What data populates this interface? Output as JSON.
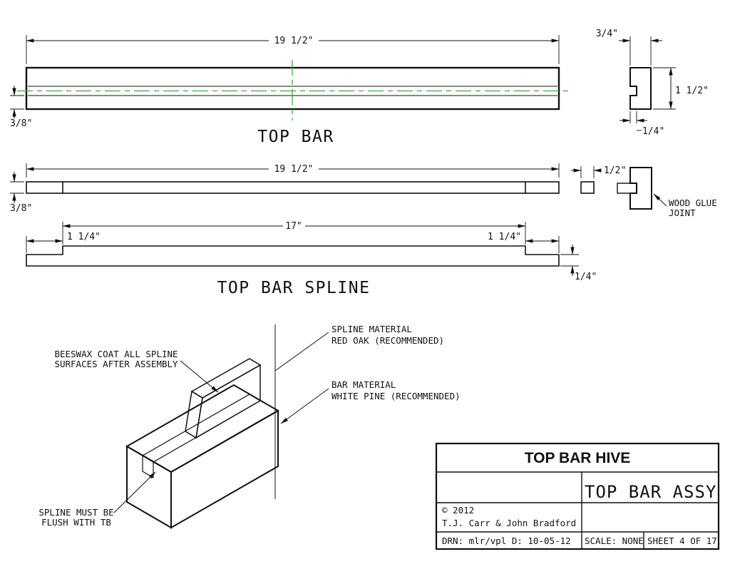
{
  "colors": {
    "wood_hatch": "#C49B32",
    "centerline_green": "#3CAC3C",
    "line_black": "#111111",
    "background": "#FFFFFF"
  },
  "views": {
    "top_bar": {
      "title": "TOP BAR",
      "dim_length": "19 1/2\"",
      "dim_thickness": "3/8\""
    },
    "top_bar_section": {
      "dim_width": "3/4\"",
      "dim_height": "1 1/2\"",
      "dim_groove": "1/4\""
    },
    "spline_side": {
      "dim_length": "19 1/2\"",
      "dim_thickness": "3/8\"",
      "dim_spline_square": "1/2\"",
      "joint_note_line1": "WOOD GLUE",
      "joint_note_line2": "JOINT"
    },
    "spline_plan": {
      "title": "TOP BAR SPLINE",
      "dim_middle": "17\"",
      "dim_left_end": "1 1/4\"",
      "dim_right_end": "1 1/4\"",
      "dim_end_thickness": "1/4\""
    },
    "assembly_iso": {
      "note_beeswax_line1": "BEESWAX COAT ALL SPLINE",
      "note_beeswax_line2": "SURFACES AFTER ASSEMBLY",
      "note_spline_material_line1": "SPLINE MATERIAL",
      "note_spline_material_line2": "RED OAK (RECOMMENDED)",
      "note_bar_material_line1": "BAR MATERIAL",
      "note_bar_material_line2": "WHITE PINE (RECOMMENDED)",
      "note_flush_line1": "SPLINE MUST BE",
      "note_flush_line2": "FLUSH WITH TB"
    }
  },
  "title_block": {
    "project": "TOP BAR HIVE",
    "sheet_title": "TOP BAR ASSY",
    "copyright": "© 2012",
    "authors": "T.J. Carr & John Bradford",
    "drn": "DRN:  mlr/vpl D:  10-05-12",
    "scale": "SCALE: NONE",
    "sheet": "SHEET 4 OF 17"
  }
}
